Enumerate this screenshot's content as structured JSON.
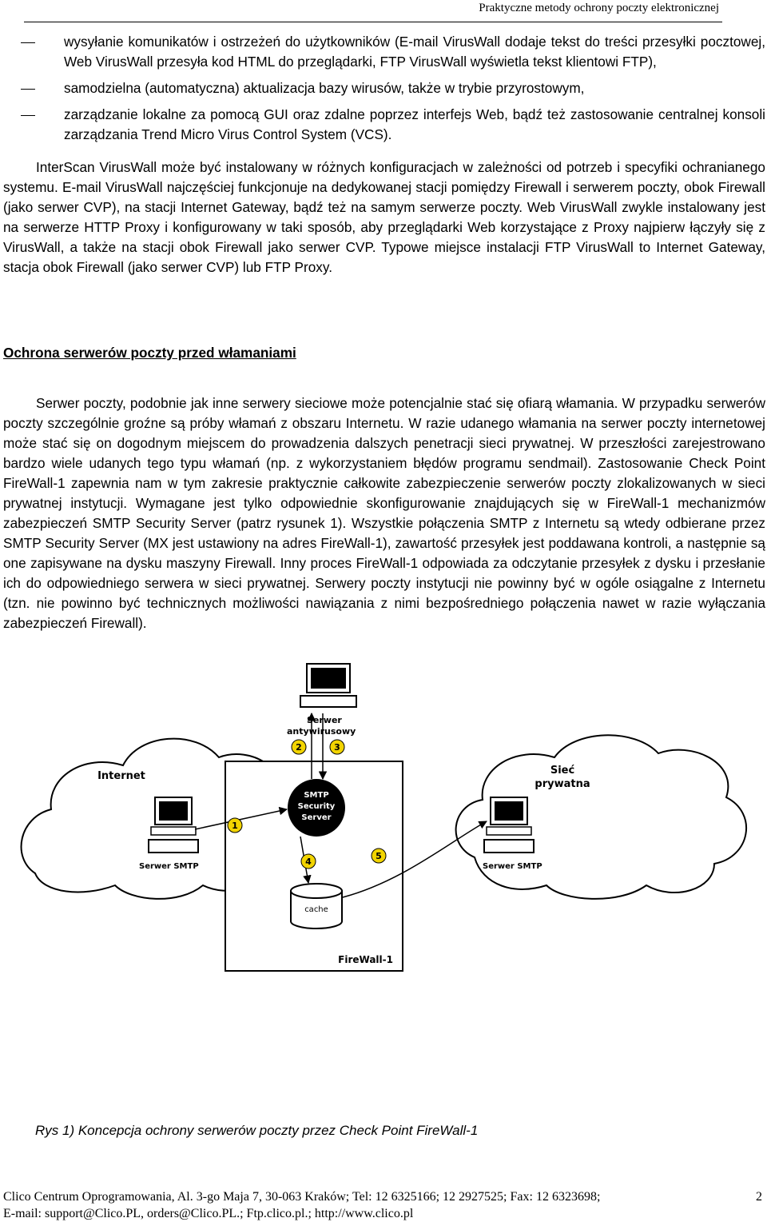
{
  "header": {
    "running_title": "Praktyczne metody ochrony poczty elektronicznej"
  },
  "bullets": [
    "wysyłanie komunikatów i ostrzeżeń do użytkowników (E-mail VirusWall dodaje tekst do treści przesyłki pocztowej, Web VirusWall przesyła kod HTML do przeglądarki, FTP VirusWall wyświetla tekst klientowi FTP),",
    "samodzielna (automatyczna) aktualizacja bazy wirusów, także w trybie przyrostowym,",
    "zarządzanie lokalne za pomocą GUI oraz zdalne poprzez interfejs Web, bądź też zastosowanie centralnej konsoli zarządzania Trend Micro Virus Control System (VCS)."
  ],
  "paragraph_1": "InterScan VirusWall może być instalowany w różnych konfiguracjach w zależności od potrzeb i specyfiki ochranianego systemu. E-mail VirusWall najczęściej funkcjonuje na dedykowanej stacji pomiędzy Firewall i serwerem poczty, obok Firewall (jako serwer CVP), na stacji Internet Gateway, bądź też na samym serwerze poczty. Web VirusWall zwykle instalowany jest na serwerze HTTP Proxy i konfigurowany w taki sposób, aby przeglądarki Web korzystające z Proxy najpierw łączyły się z VirusWall, a także na stacji obok Firewall jako serwer CVP. Typowe miejsce instalacji FTP VirusWall to Internet Gateway, stacja obok Firewall (jako serwer CVP) lub FTP Proxy.",
  "section_title": "Ochrona serwerów poczty przed włamaniami",
  "paragraph_2": "Serwer poczty, podobnie jak inne serwery sieciowe może potencjalnie stać się ofiarą włamania. W przypadku serwerów poczty szczególnie groźne są próby włamań z obszaru Internetu. W razie udanego włamania na serwer poczty internetowej może stać się on dogodnym miejscem do prowadzenia dalszych penetracji sieci prywatnej. W przeszłości zarejestrowano bardzo wiele udanych tego typu włamań (np. z wykorzystaniem błędów programu sendmail). Zastosowanie Check Point FireWall-1 zapewnia nam w tym zakresie praktycznie całkowite zabezpieczenie serwerów poczty zlokalizowanych w sieci prywatnej instytucji. Wymagane jest tylko odpowiednie skonfigurowanie znajdujących się w FireWall-1 mechanizmów zabezpieczeń SMTP Security Server (patrz rysunek 1). Wszystkie połączenia SMTP z Internetu są wtedy odbierane przez SMTP Security Server (MX jest ustawiony na adres FireWall-1), zawartość przesyłek jest poddawana kontroli, a następnie są one zapisywane na dysku maszyny Firewall. Inny proces FireWall-1 odpowiada za odczytanie przesyłek z dysku i przesłanie ich do odpowiedniego serwera w sieci prywatnej. Serwery poczty instytucji nie powinny być w ogóle osiągalne z Internetu (tzn. nie powinno być technicznych możliwości nawiązania z nimi bezpośredniego połączenia nawet w razie wyłączania zabezpieczeń Firewall).",
  "figure": {
    "av_server_label_1": "Serwer",
    "av_server_label_2": "antywirusowy",
    "internet_label": "Internet",
    "private_label_1": "Sieć",
    "private_label_2": "prywatna",
    "smtp_label_1": "SMTP",
    "smtp_label_2": "Security",
    "smtp_label_3": "Server",
    "cache_label": "cache",
    "firewall_label": "FireWall-1",
    "left_server_label": "Serwer SMTP",
    "right_server_label": "Serwer SMTP",
    "step_1": "1",
    "step_2": "2",
    "step_3": "3",
    "step_4": "4",
    "step_5": "5",
    "marker_color": "#f2d400"
  },
  "caption": "Rys 1) Koncepcja ochrony serwerów poczty przez Check Point FireWall-1",
  "footer": {
    "line_1": "Clico Centrum Oprogramowania, Al. 3-go Maja 7, 30-063 Kraków; Tel: 12 6325166; 12 2927525; Fax: 12 6323698;",
    "line_2": "E-mail: support@Clico.PL, orders@Clico.PL.; Ftp.clico.pl.; http://www.clico.pl",
    "page_number": "2"
  }
}
